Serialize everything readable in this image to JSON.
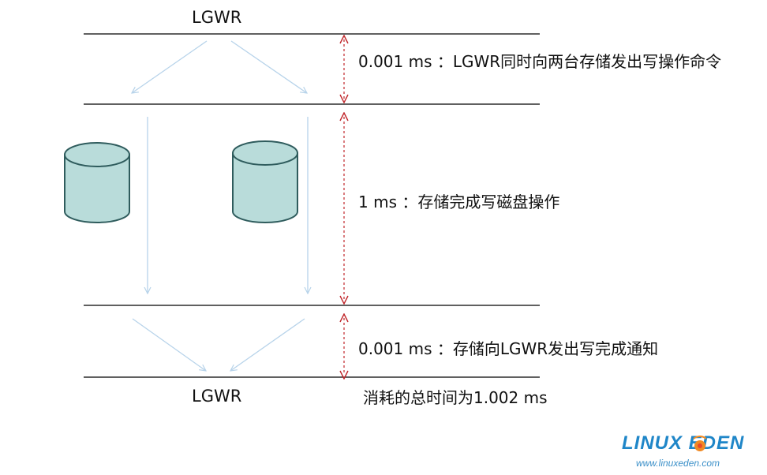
{
  "diagram": {
    "top_label": "LGWR",
    "bottom_label": "LGWR",
    "phase1_text": "0.001 ms ：LGWR同时向两台存储发出写操作命令",
    "phase2_text": "1 ms ：存储完成写磁盘操作",
    "phase3_text": "0.001 ms ：存储向LGWR发出写完成通知",
    "total_text": "消耗的总时间为1.002 ms"
  },
  "colors": {
    "line": "#000000",
    "arrow": "#b7d3ea",
    "interval_arrow": "#c0262a",
    "cylinder_fill": "#b9dcda",
    "cylinder_stroke": "#2f5c5d"
  },
  "logo": {
    "text_main": "LINUX EDEN",
    "text_sub": "www.linuxeden.com"
  }
}
